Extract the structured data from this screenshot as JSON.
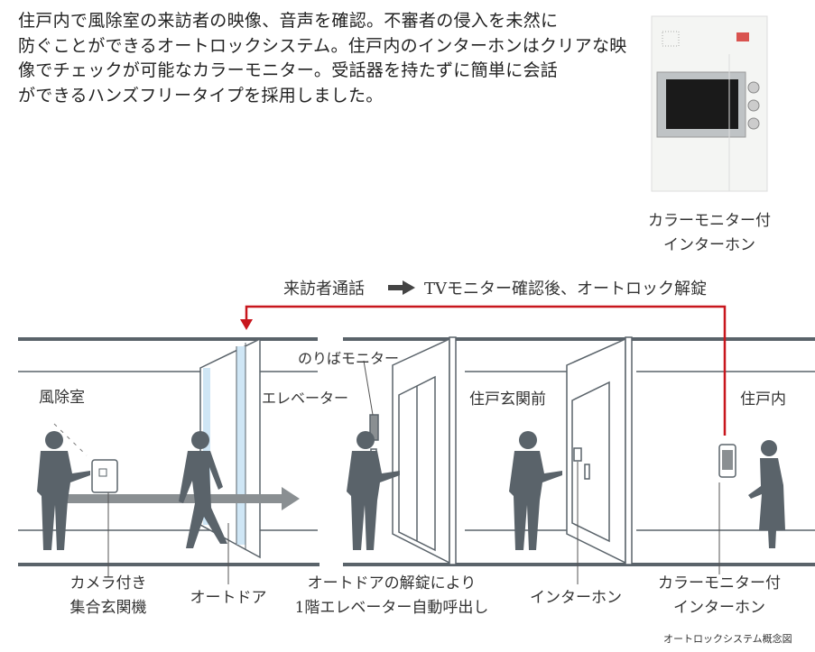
{
  "intro": {
    "lines": [
      "住戸内で風除室の来訪者の映像、音声を確認。不審者の侵入を未然に",
      "防ぐことができるオートロックシステム。住戸内のインターホンはクリアな映",
      "像でチェックが可能なカラーモニター。受話器を持たずに簡単に会話",
      "ができるハンズフリータイプを採用しました。"
    ]
  },
  "product": {
    "caption_line1": "カラーモニター付",
    "caption_line2": "インターホン"
  },
  "flow": {
    "step1": "来訪者通話",
    "step2": "TVモニター確認後、オートロック解錠",
    "arrow_color": "#c8161d"
  },
  "areas": {
    "vestibule": "風除室",
    "elevator": "エレベーター",
    "hall_monitor": "のりばモニター",
    "front_door": "住戸玄関前",
    "inside": "住戸内"
  },
  "callouts": {
    "camera_line1": "カメラ付き",
    "camera_line2": "集合玄関機",
    "auto_door": "オートドア",
    "elevator_line1": "オートドアの解錠により",
    "elevator_line2": "1階エレベーター自動呼出し",
    "intercom": "インターホン",
    "monitor_line1": "カラーモニター付",
    "monitor_line2": "インターホン"
  },
  "caption": "オートロックシステム概念図",
  "colors": {
    "wall": "#5a636a",
    "glass": "#cfe6f5",
    "person": "#5a636a"
  }
}
